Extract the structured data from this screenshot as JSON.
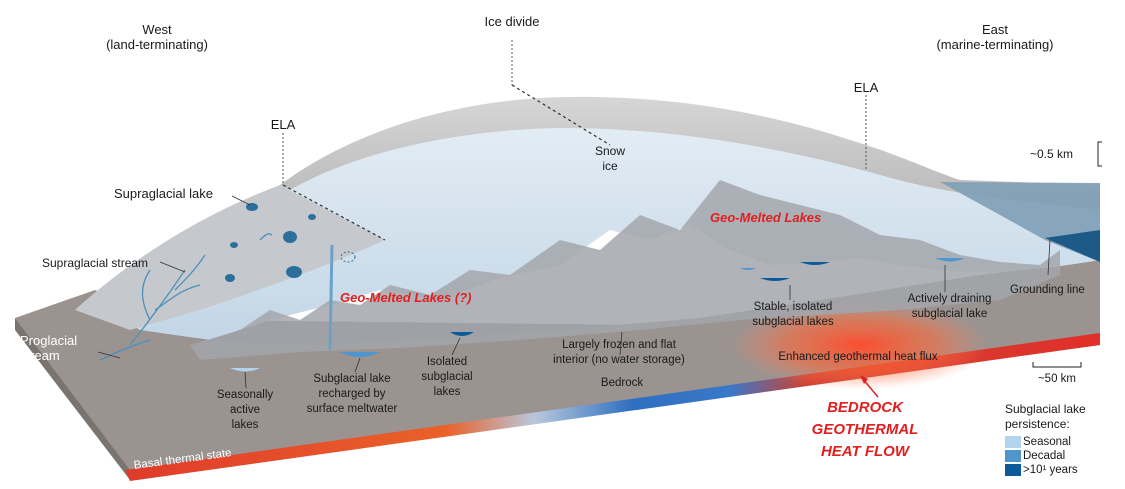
{
  "labels": {
    "west": "West\n(land-terminating)",
    "ice_divide": "Ice divide",
    "east": "East\n(marine-terminating)",
    "ela_left": "ELA",
    "ela_right": "ELA",
    "snow_ice": "Snow\nice",
    "scale_vertical": "~0.5 km",
    "supraglacial_lake": "Supraglacial lake",
    "supraglacial_stream": "Supraglacial stream",
    "proglacial_stream": "Proglacial\nstream",
    "geo_melted_left": "Geo-Melted Lakes (?)",
    "geo_melted_right": "Geo-Melted Lakes",
    "seasonally_active": "Seasonally\nactive\nlakes",
    "recharged": "Subglacial lake\nrecharged by\nsurface meltwater",
    "isolated": "Isolated\nsubglacial\nlakes",
    "frozen_interior": "Largely frozen and flat\ninterior (no water storage)",
    "stable_isolated": "Stable, isolated\nsubglacial lakes",
    "actively_draining": "Actively draining\nsubglacial lake",
    "grounding_line": "Grounding line",
    "geothermal_flux": "Enhanced geothermal heat flux",
    "bedrock": "Bedrock",
    "basal_thermal": "Basal thermal state",
    "scale_horizontal": "~50 km",
    "bedrock_heat_flow": "BEDROCK\nGEOTHERMAL\nHEAT FLOW"
  },
  "legend": {
    "title": "Subglacial lake\npersistence:",
    "items": [
      {
        "label": "Seasonal",
        "color": "#b3d4ee"
      },
      {
        "label": "Decadal",
        "color": "#4f96cf"
      },
      {
        "label": ">10¹ years",
        "color": "#0d5a99"
      }
    ]
  },
  "colors": {
    "cold": "#2f6fc0",
    "warm": "#e03a2a",
    "bedrock": "#8c8582",
    "ice_surface": "#c8c8c8",
    "ice_body": "#d4e3ef",
    "lake": "#2b6f9a"
  }
}
